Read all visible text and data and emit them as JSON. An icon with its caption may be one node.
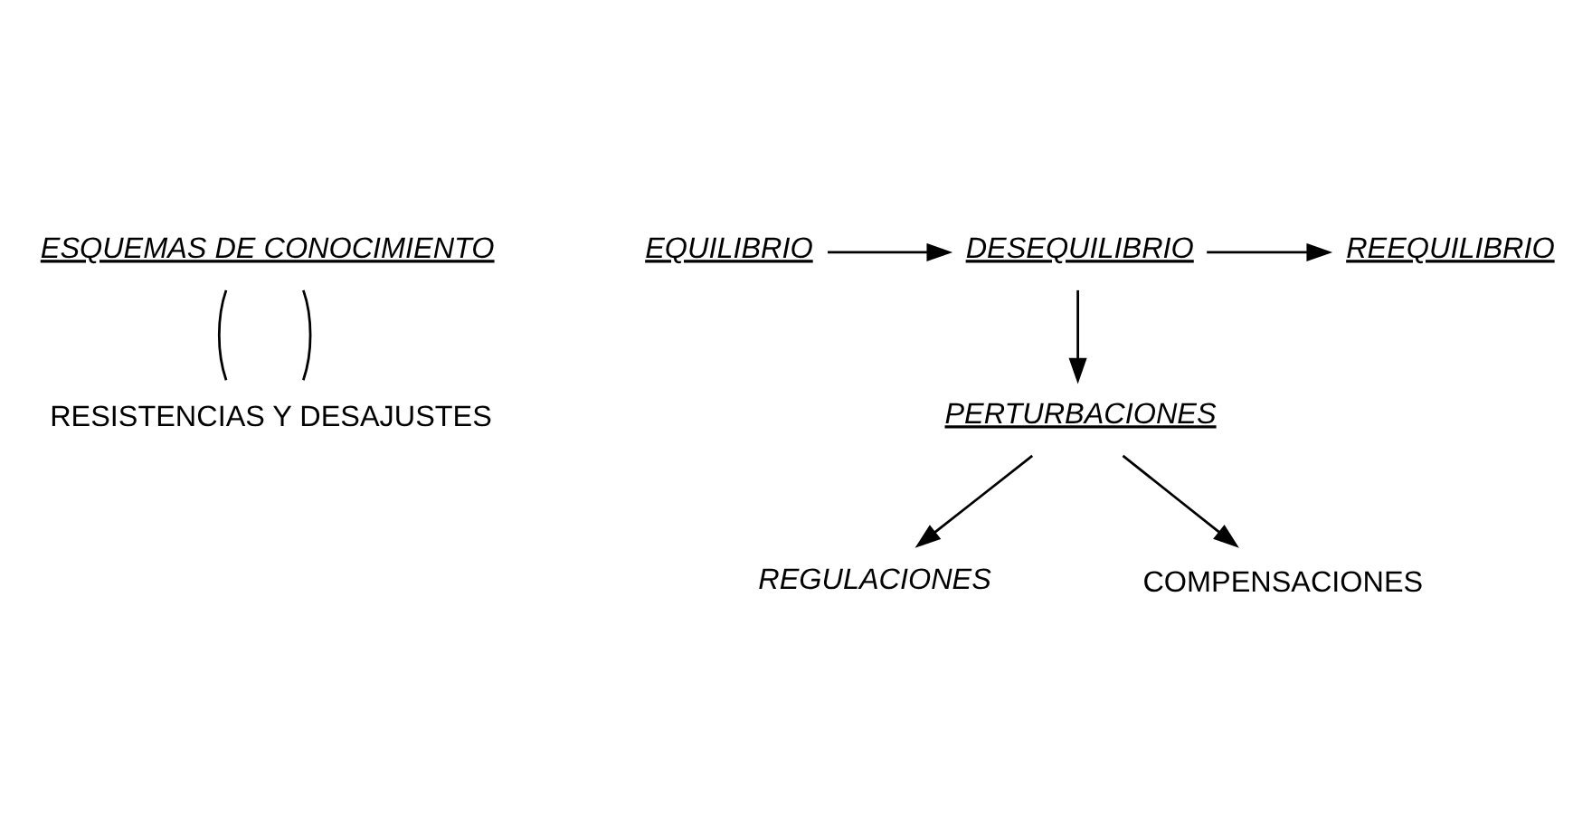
{
  "diagram": {
    "nodes": [
      {
        "text": [
          "ESQUEMAS DE CONOCIMIENTO"
        ]
      },
      {
        "text": [
          "RESISTENCIAS Y DESAJUSTES"
        ]
      },
      {
        "text": [
          "EQUILIBRIO"
        ]
      },
      {
        "text": [
          "DESEQUILIBRIO"
        ]
      },
      {
        "text": [
          "REEQUILIBRIO"
        ]
      },
      {
        "text": [
          "PERTURBACIONES"
        ]
      },
      {
        "text": [
          "REGULACIONES"
        ]
      },
      {
        "text": [
          "COMPENSACIONES"
        ]
      }
    ],
    "edges": [
      {
        "from": 0,
        "to": 1,
        "arrow": "none"
      },
      {
        "from": 0,
        "to": 1,
        "arrow": "none"
      },
      {
        "from": 2,
        "to": 3,
        "arrow": "to"
      },
      {
        "from": 3,
        "to": 4,
        "arrow": "to"
      },
      {
        "from": 3,
        "to": 5,
        "arrow": "to"
      },
      {
        "from": 5,
        "to": 6,
        "arrow": "to"
      },
      {
        "from": 5,
        "to": 7,
        "arrow": "to"
      }
    ]
  }
}
